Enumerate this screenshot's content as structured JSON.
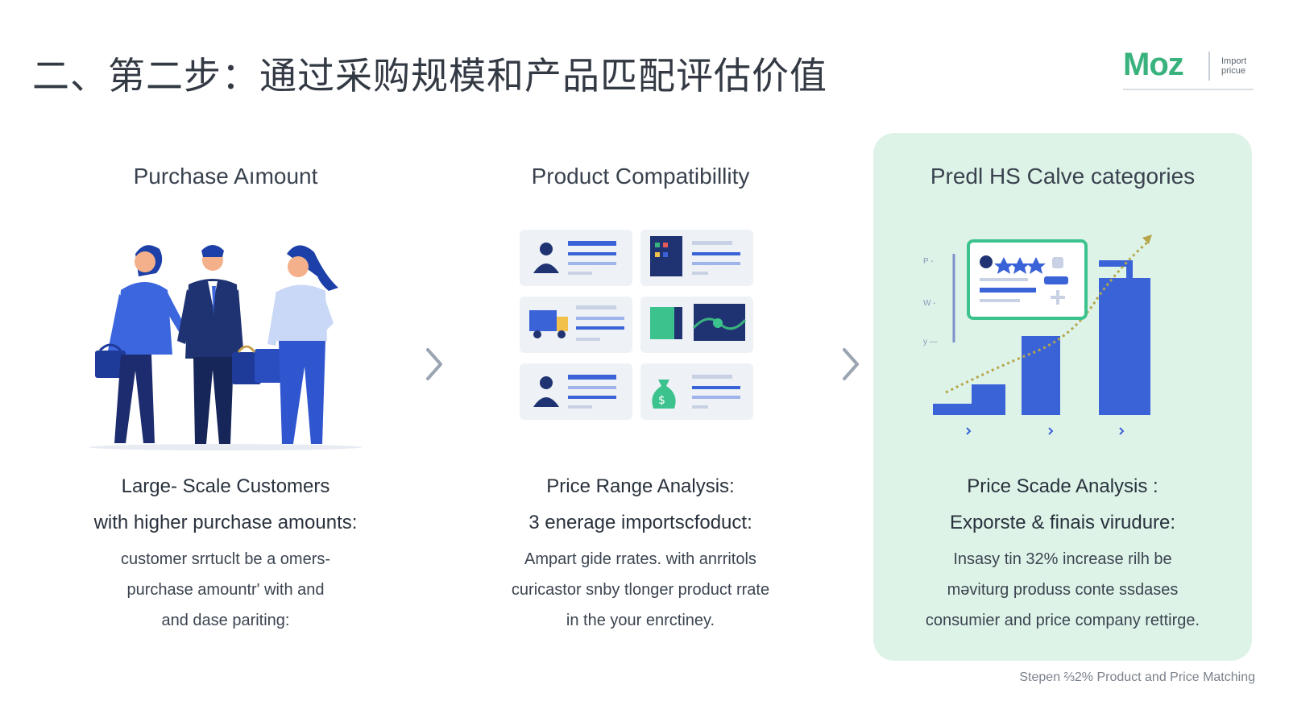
{
  "page": {
    "title": "二、第二步：通过采购规模和产品匹配评估价值",
    "footer": "Stepen ⅔2% Product and Price Matching"
  },
  "logo": {
    "brand": "Moz",
    "sub_line1": "Import",
    "sub_line2": "pricue"
  },
  "columns": [
    {
      "heading": "Purchase Aımount",
      "sub1": "Large- Scale Customers",
      "sub2": "with higher purchase amounts:",
      "desc": [
        "customer srrtuclt be a omers-",
        "purchase amountr' with and",
        "and dase pariting:"
      ]
    },
    {
      "heading": "Product Compatibillity",
      "sub1": "Price Range Analysis:",
      "sub2": "3 enerage importscfoduct:",
      "desc": [
        "Ampart gide rrates. with anrritols",
        "curicastor snby tlonger product rrate",
        "in the your enrctiney."
      ]
    },
    {
      "heading": "Predl HS Calve categories",
      "sub1": "Price Scade Analysis :",
      "sub2": "Exporste & finais virudure:",
      "desc": [
        "Insasy tin 32% increase rilh be",
        "mәviturg produss conte ssdases",
        "consumier and price company rettirge."
      ]
    }
  ],
  "colors": {
    "accent_blue": "#3b63d8",
    "dark_navy": "#1f3373",
    "green_accent": "#39b27e",
    "highlight_panel": "#def3e8",
    "arrow_gray": "#9aa5b1"
  },
  "icons": {
    "arrow": "chevron-right-icon",
    "card_icons": [
      "user-icon",
      "document-icon",
      "truck-icon",
      "folder-icon",
      "map-icon",
      "user-icon",
      "money-bag-icon"
    ]
  }
}
